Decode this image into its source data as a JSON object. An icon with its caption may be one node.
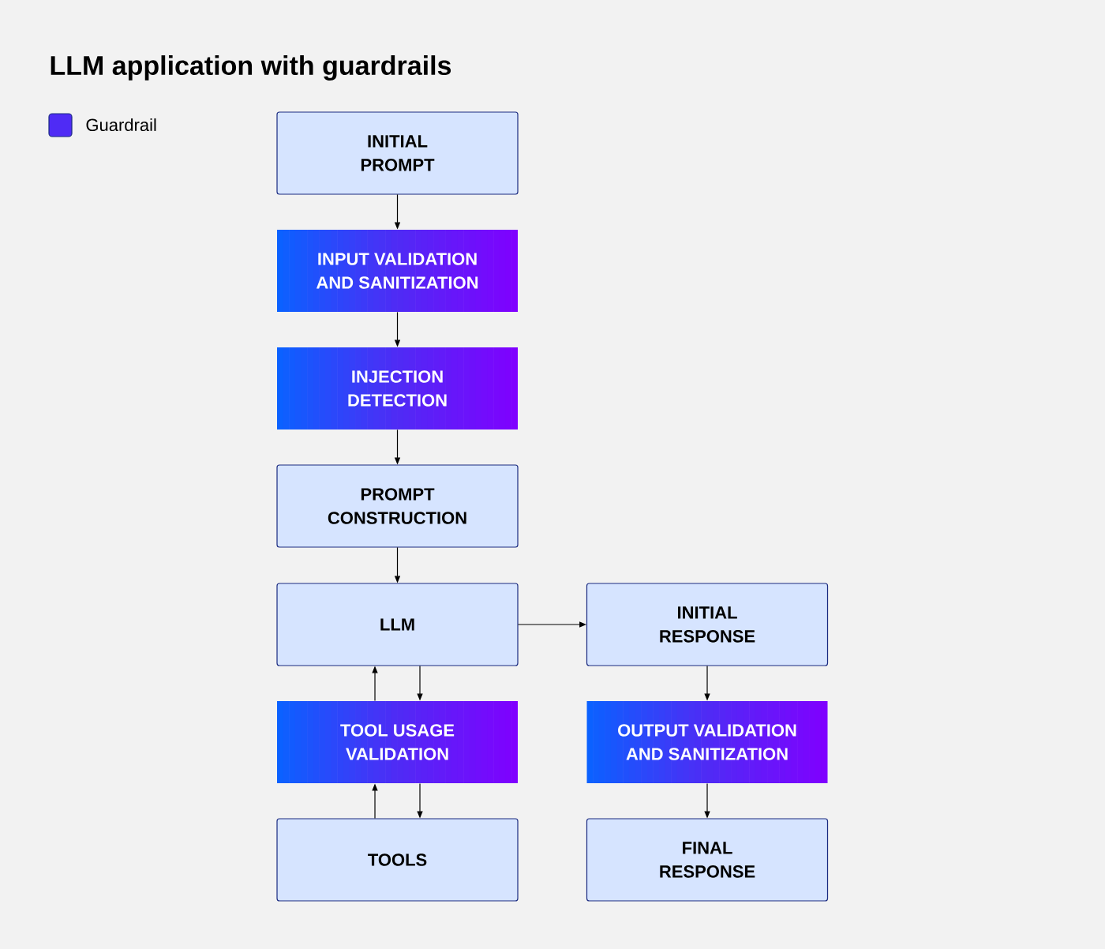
{
  "diagram": {
    "title": "LLM application with guardrails",
    "nodes": [
      {
        "text": [
          "INITIAL PROMPT"
        ]
      },
      {
        "text": [
          "INPUT VALIDATION AND SANITIZATION"
        ]
      },
      {
        "text": [
          "INJECTION DETECTION"
        ]
      },
      {
        "text": [
          "PROMPT CONSTRUCTION"
        ]
      },
      {
        "text": [
          "LLM"
        ]
      },
      {
        "text": [
          "INITIAL RESPONSE"
        ]
      },
      {
        "text": [
          "TOOL USAGE VALIDATION"
        ]
      },
      {
        "text": [
          "OUTPUT VALIDATION AND SANITIZATION"
        ]
      },
      {
        "text": [
          "TOOLS"
        ]
      },
      {
        "text": [
          "FINAL RESPONSE"
        ]
      }
    ],
    "edges": [
      {
        "from": 0,
        "to": 1,
        "arrow": "to"
      },
      {
        "from": 1,
        "to": 2,
        "arrow": "to"
      },
      {
        "from": 2,
        "to": 3,
        "arrow": "to"
      },
      {
        "from": 3,
        "to": 4,
        "arrow": "to"
      },
      {
        "from": 4,
        "to": 5,
        "arrow": "to"
      },
      {
        "from": 6,
        "to": 4,
        "arrow": "to"
      },
      {
        "from": 4,
        "to": 6,
        "arrow": "to"
      },
      {
        "from": 8,
        "to": 6,
        "arrow": "to"
      },
      {
        "from": 6,
        "to": 8,
        "arrow": "to"
      },
      {
        "from": 5,
        "to": 7,
        "arrow": "to"
      },
      {
        "from": 7,
        "to": 9,
        "arrow": "to"
      }
    ],
    "legend": [
      {
        "text": "Guardrail",
        "color": "#4f2bf5"
      }
    ]
  }
}
